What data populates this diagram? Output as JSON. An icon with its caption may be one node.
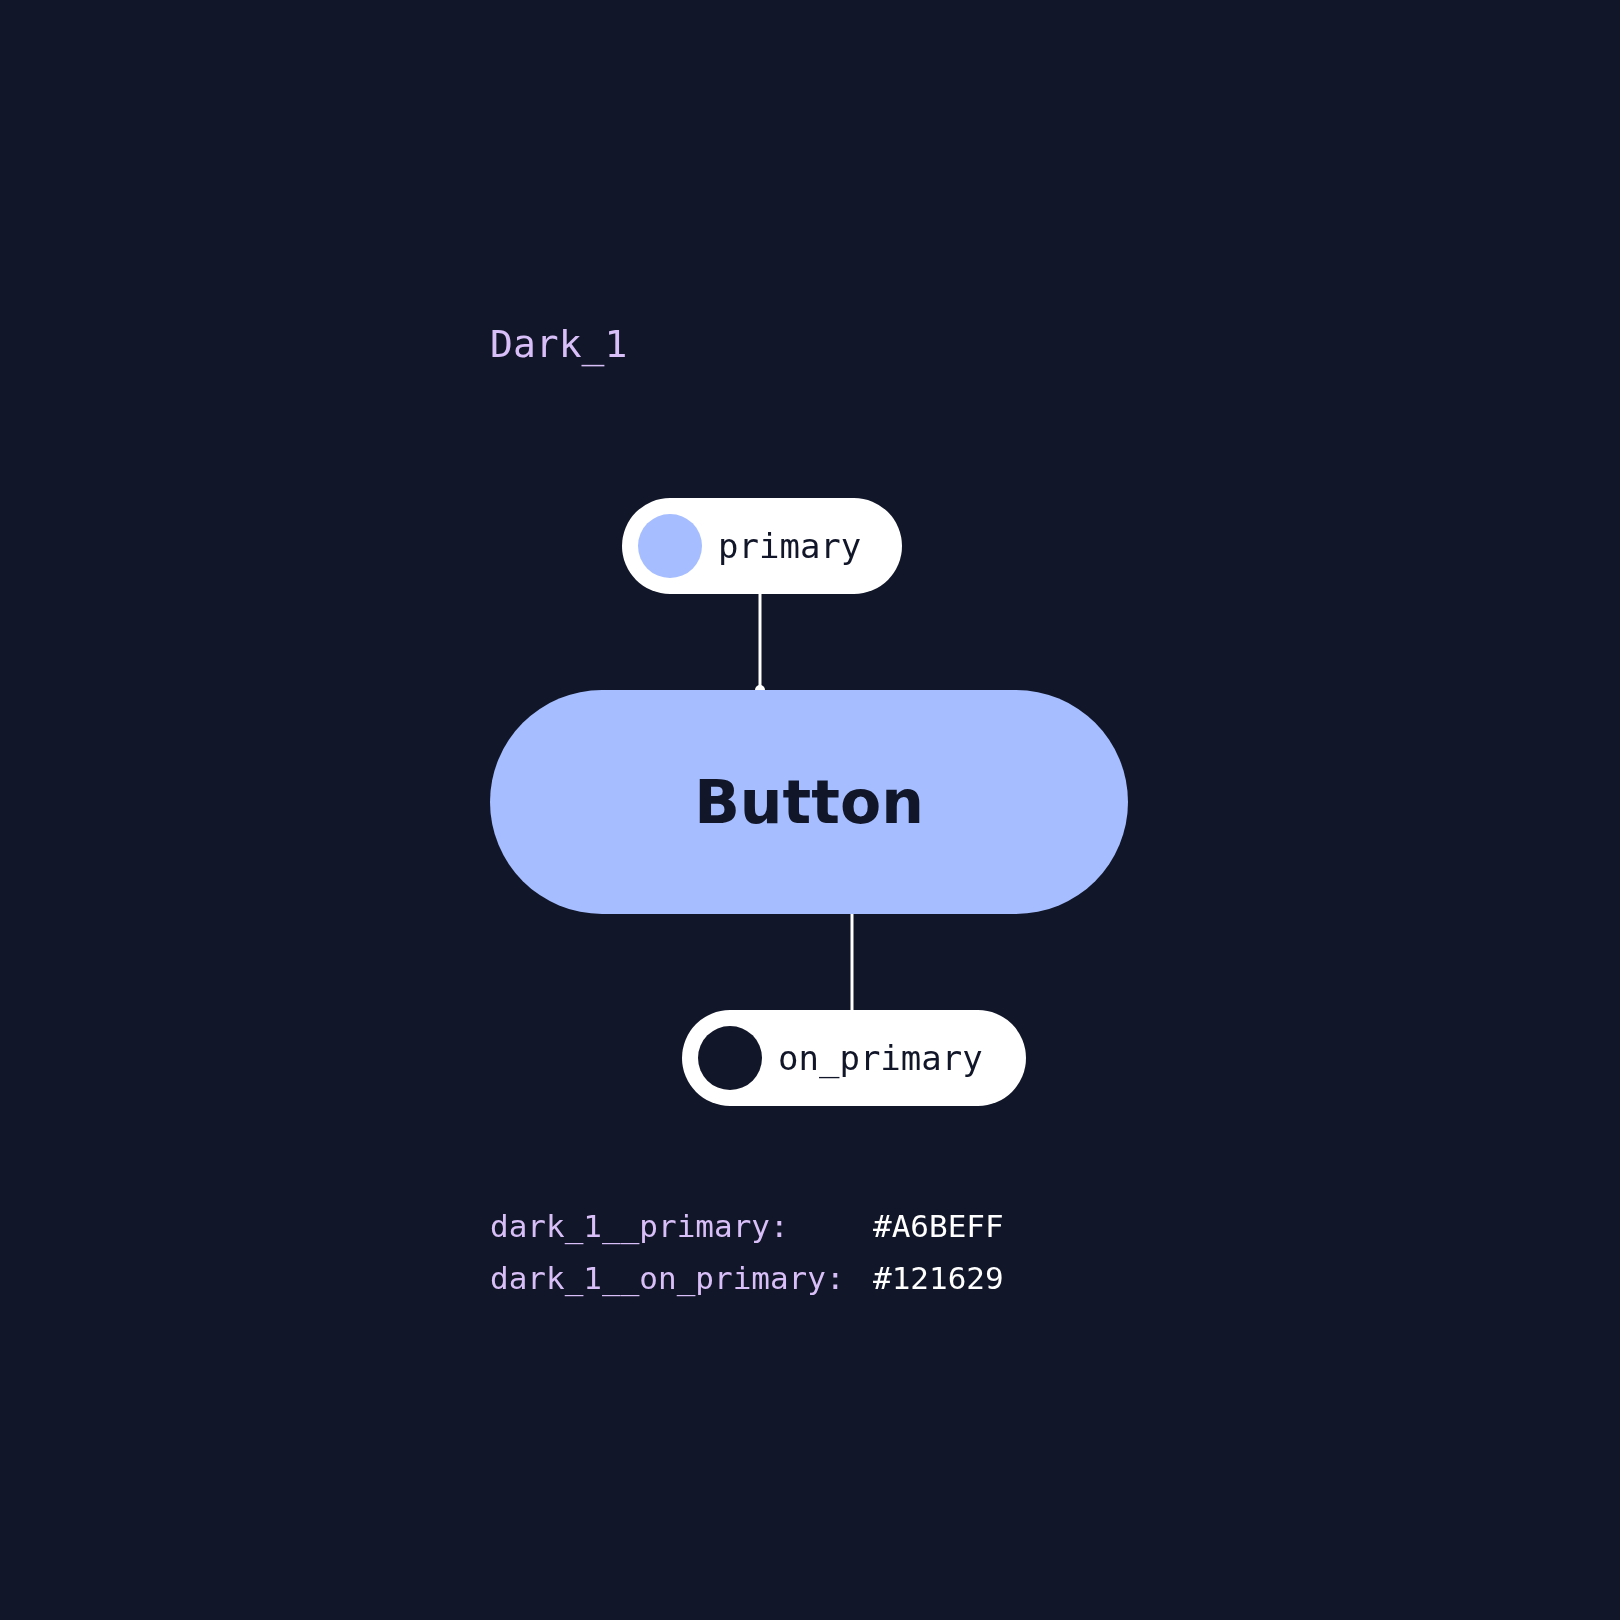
{
  "diagram": {
    "title": "Dark_1",
    "nodes": [
      {
        "text": [
          "primary"
        ]
      },
      {
        "text": [
          "Button"
        ]
      },
      {
        "text": [
          "on_primary"
        ]
      }
    ],
    "edges": [
      {
        "from": 0,
        "to": 1,
        "arrow": "other"
      },
      {
        "from": 2,
        "to": 1,
        "arrow": "other"
      }
    ],
    "labels": [
      "dark_1__primary:",
      "#A6BEFF",
      "dark_1__on_primary:",
      "#121629"
    ]
  }
}
